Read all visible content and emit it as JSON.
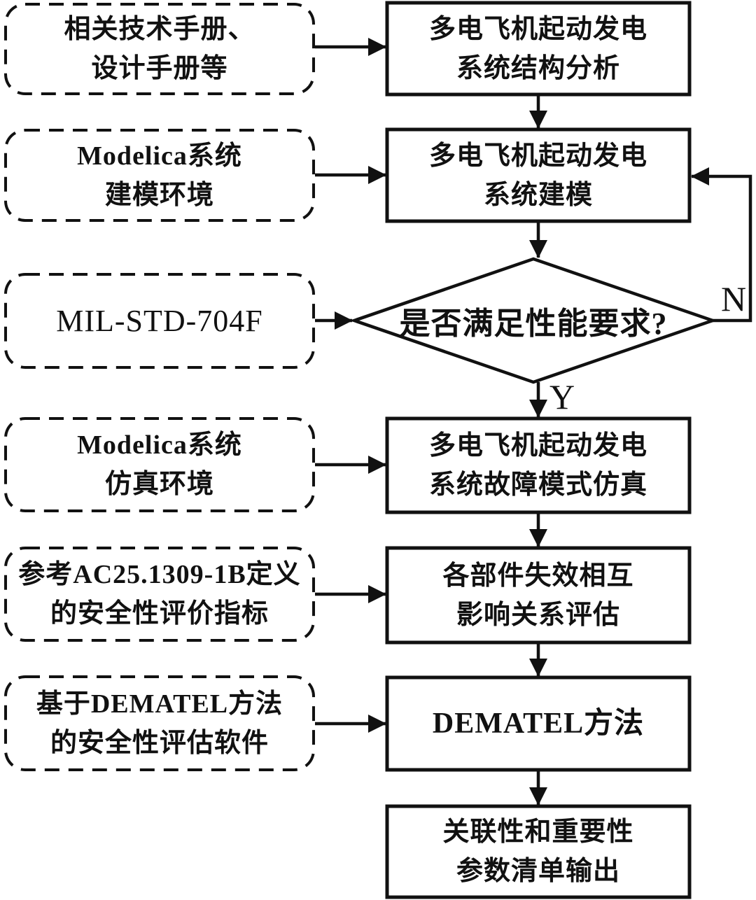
{
  "flowchart": {
    "inputs": [
      {
        "lines": [
          "相关技术手册、",
          "设计手册等"
        ]
      },
      {
        "lines": [
          "Modelica系统",
          "建模环境"
        ]
      },
      {
        "lines": [
          "MIL-STD-704F"
        ]
      },
      {
        "lines": [
          "Modelica系统",
          "仿真环境"
        ]
      },
      {
        "lines": [
          "参考AC25.1309-1B定义",
          "的安全性评价指标"
        ]
      },
      {
        "lines": [
          "基于DEMATEL方法",
          "的安全性评估软件"
        ]
      }
    ],
    "processes": [
      {
        "lines": [
          "多电飞机起动发电",
          "系统结构分析"
        ]
      },
      {
        "lines": [
          "多电飞机起动发电",
          "系统建模"
        ]
      },
      {
        "lines": [
          "多电飞机起动发电",
          "系统故障模式仿真"
        ]
      },
      {
        "lines": [
          "各部件失效相互",
          "影响关系评估"
        ]
      },
      {
        "lines": [
          "DEMATEL方法"
        ]
      },
      {
        "lines": [
          "关联性和重要性",
          "参数清单输出"
        ]
      }
    ],
    "decision": {
      "label": "是否满足性能要求?",
      "yes_label": "Y",
      "no_label": "N"
    },
    "colors": {
      "stroke": "#111111",
      "background": "#ffffff",
      "text": "#111111"
    }
  }
}
